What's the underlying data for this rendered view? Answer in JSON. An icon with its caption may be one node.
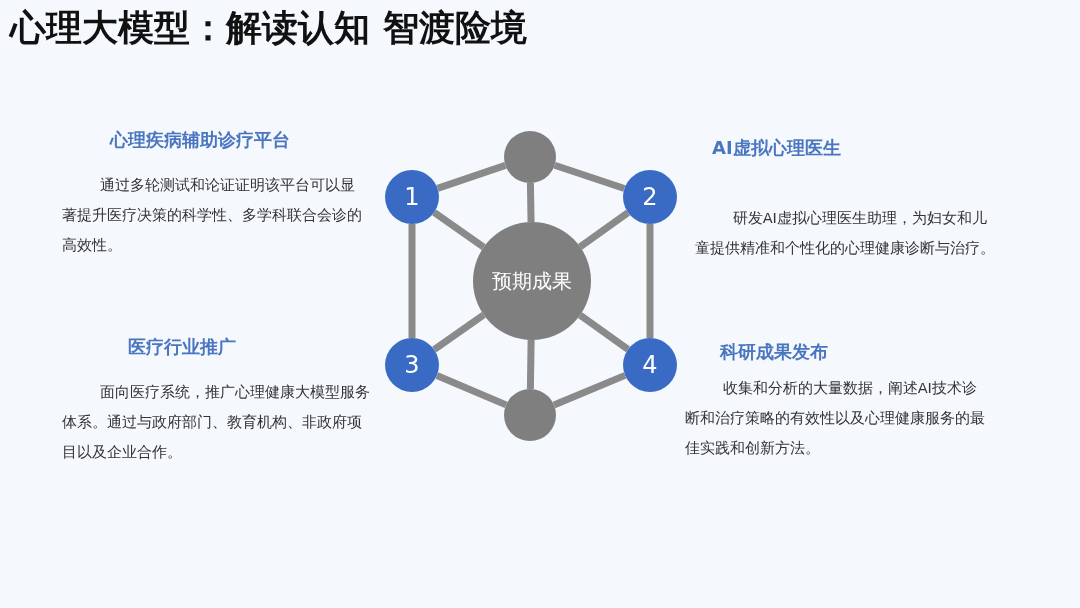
{
  "diagram": {
    "title": "心理大模型：解读认知 智渡险境",
    "nodes": [
      {
        "text": [],
        "shape": "circle"
      },
      {
        "text": [
          "1"
        ]
      },
      {
        "text": [
          "2"
        ]
      },
      {
        "text": [
          "预期成果"
        ]
      },
      {
        "text": [
          "3"
        ]
      },
      {
        "text": [
          "4"
        ]
      },
      {
        "text": [],
        "shape": "circle"
      }
    ],
    "edges": [
      {
        "from": 0,
        "to": 1,
        "arrow": "none"
      },
      {
        "from": 0,
        "to": 2,
        "arrow": "none"
      },
      {
        "from": 0,
        "to": 3,
        "arrow": "none"
      },
      {
        "from": 1,
        "to": 3,
        "arrow": "none"
      },
      {
        "from": 2,
        "to": 3,
        "arrow": "none"
      },
      {
        "from": 1,
        "to": 4,
        "arrow": "none"
      },
      {
        "from": 2,
        "to": 5,
        "arrow": "none"
      },
      {
        "from": 4,
        "to": 3,
        "arrow": "none"
      },
      {
        "from": 5,
        "to": 3,
        "arrow": "none"
      },
      {
        "from": 3,
        "to": 6,
        "arrow": "none"
      },
      {
        "from": 4,
        "to": 6,
        "arrow": "none"
      },
      {
        "from": 5,
        "to": 6,
        "arrow": "none"
      }
    ],
    "labels": [
      "心理疾病辅助诊疗平台",
      "通过多轮测试和论证证明该平台可以显著提升医疗决策的科学性、多学科联合会诊的高效性。",
      "AI虚拟心理医生",
      "研发AI虚拟心理医生助理，为妇女和儿童提供精准和个性化的心理健康诊断与治疗。",
      "医疗行业推广",
      "面向医疗系统，推广心理健康大模型服务体系。通过与政府部门、教育机构、非政府项目以及企业合作。",
      "科研成果发布",
      "收集和分析的大量数据，阐述AI技术诊断和治疗策略的有效性以及心理健康服务的最佳实践和创新方法。"
    ]
  }
}
